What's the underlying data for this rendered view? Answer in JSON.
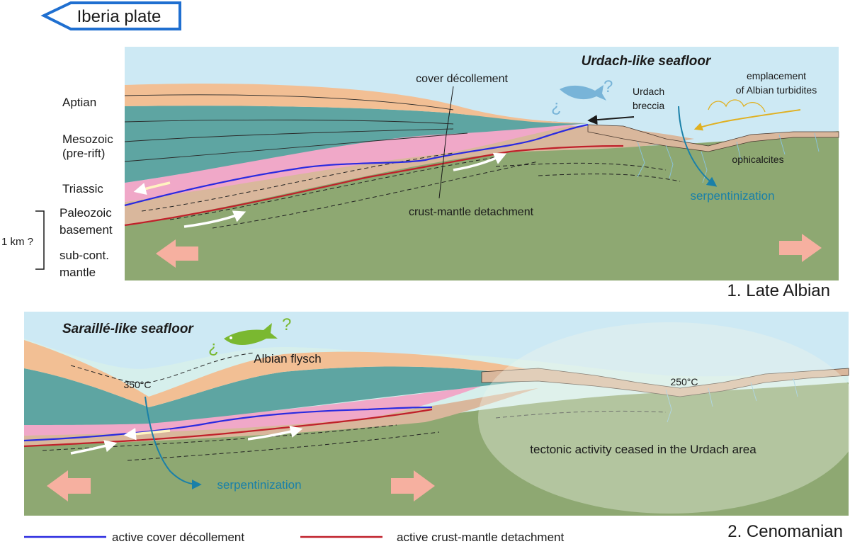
{
  "plate_label": "Iberia plate",
  "panel1": {
    "title": "1. Late Albian",
    "seafloor_label": "Urdach-like seafloor",
    "stratigraphy": [
      "Aptian",
      "Mesozoic",
      "(pre-rift)",
      "Triassic",
      "Paleozoic",
      "basement",
      "sub-cont.",
      "mantle"
    ],
    "scale_label": "1 km ?",
    "annotations": {
      "cover_decollement": "cover décollement",
      "crust_mantle": "crust-mantle detachment",
      "breccia_1": "Urdach",
      "breccia_2": "breccia",
      "turbidites_1": "emplacement",
      "turbidites_2": "of Albian turbidites",
      "ophicalcites": "ophicalcites",
      "serpentinization": "serpentinization",
      "q_open": "¿",
      "q_close": "?"
    }
  },
  "panel2": {
    "title": "2. Cenomanian",
    "seafloor_label": "Saraillé-like seafloor",
    "annotations": {
      "flysch": "Albian flysch",
      "temp_350": "350°C",
      "temp_250": "250°C",
      "ceased": "tectonic activity ceased in the Urdach area",
      "serpentinization": "serpentinization",
      "q_open": "¿",
      "q_close": "?"
    }
  },
  "legend": {
    "blue_label": "active cover décollement",
    "red_label": "active crust-mantle detachment"
  },
  "colors": {
    "sea": "#cde9f4",
    "mantle": "#8ea872",
    "aptian": "#f2bf94",
    "mesozoic": "#5ea5a2",
    "triassic": "#f0a8c8",
    "basement": "#d9b79c",
    "blue_line": "#2a2ae0",
    "red_line": "#c0202a",
    "plate_arrow": "#1f6fd0",
    "serp_arrow": "#1a80a8",
    "turbidite_arrow": "#e0b020",
    "fish_1": "#78b4d8",
    "fish_2": "#7ab830",
    "pink_arrow": "#f6b0a0"
  }
}
